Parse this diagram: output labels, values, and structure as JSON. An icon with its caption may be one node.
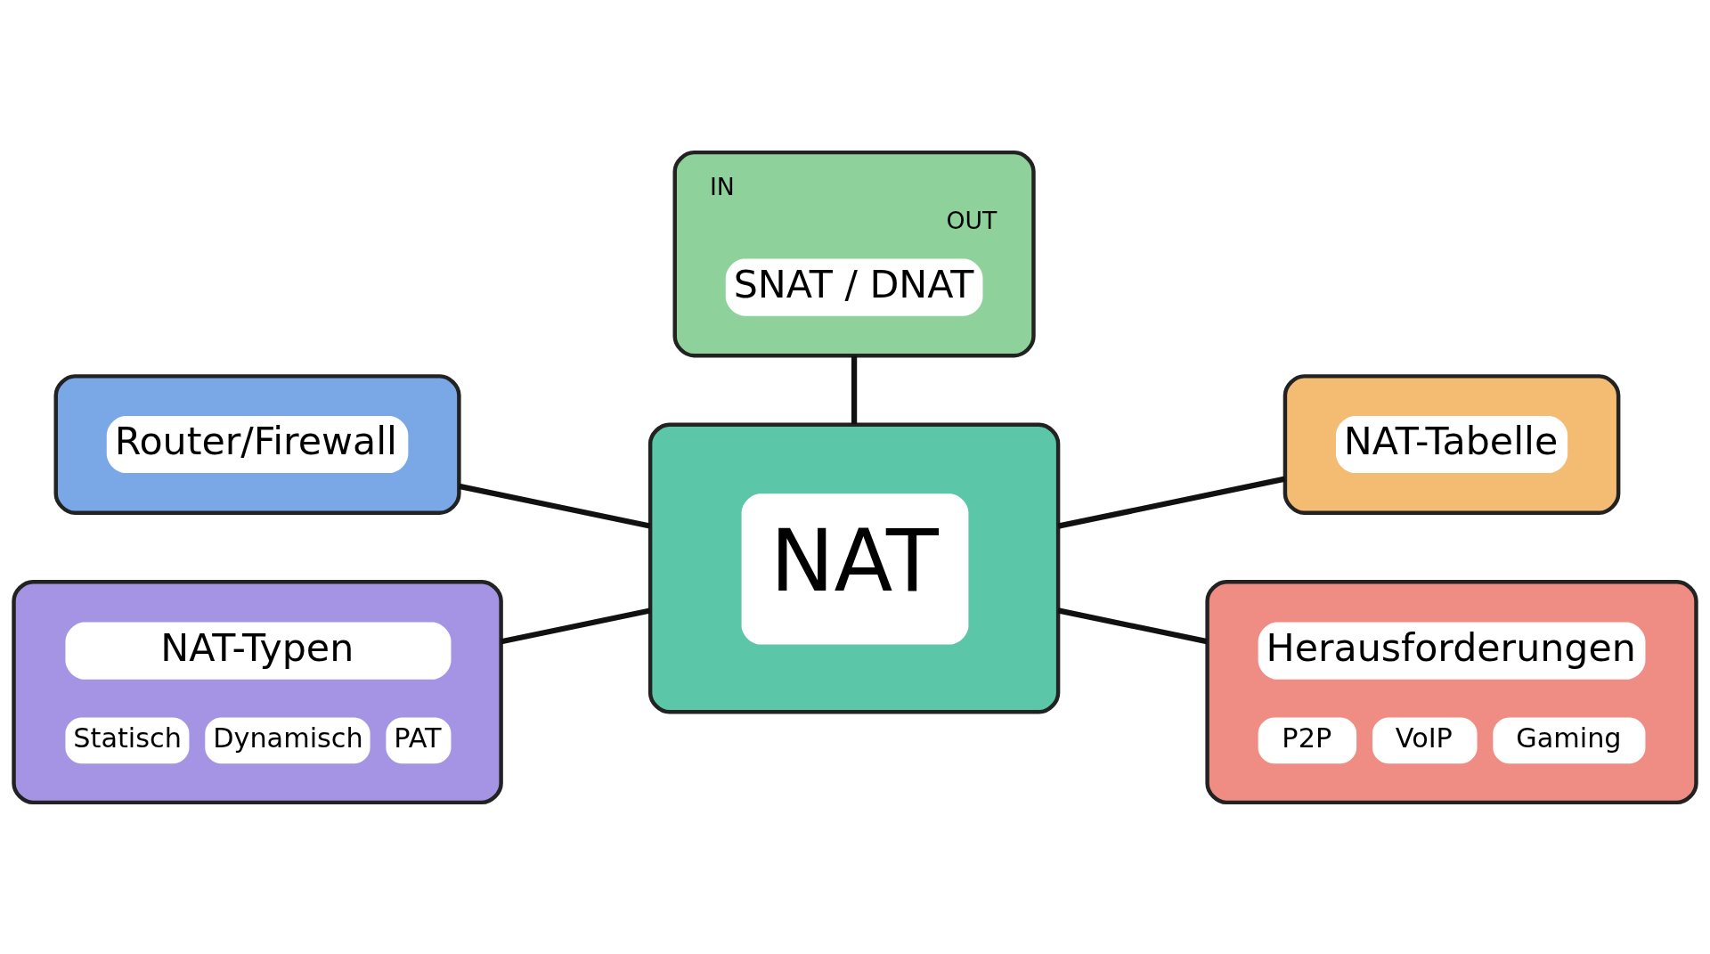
{
  "diagram": {
    "nodes": [
      {
        "text": [
          "IN",
          "OUT",
          "SNAT / DNAT"
        ]
      },
      {
        "text": [
          "Router/Firewall"
        ]
      },
      {
        "text": [
          "NAT-Tabelle"
        ]
      },
      {
        "text": [
          "NAT"
        ]
      },
      {
        "text": [
          "NAT-Typen",
          "Statisch",
          "Dynamisch",
          "PAT"
        ]
      },
      {
        "text": [
          "Herausforderungen",
          "P2P",
          "VoIP",
          "Gaming"
        ]
      }
    ],
    "edges": [
      {
        "from": 0,
        "to": 3,
        "arrow": "none"
      },
      {
        "from": 1,
        "to": 3,
        "arrow": "none"
      },
      {
        "from": 3,
        "to": 2,
        "arrow": "none"
      },
      {
        "from": 4,
        "to": 3,
        "arrow": "none"
      },
      {
        "from": 3,
        "to": 5,
        "arrow": "none"
      }
    ]
  }
}
